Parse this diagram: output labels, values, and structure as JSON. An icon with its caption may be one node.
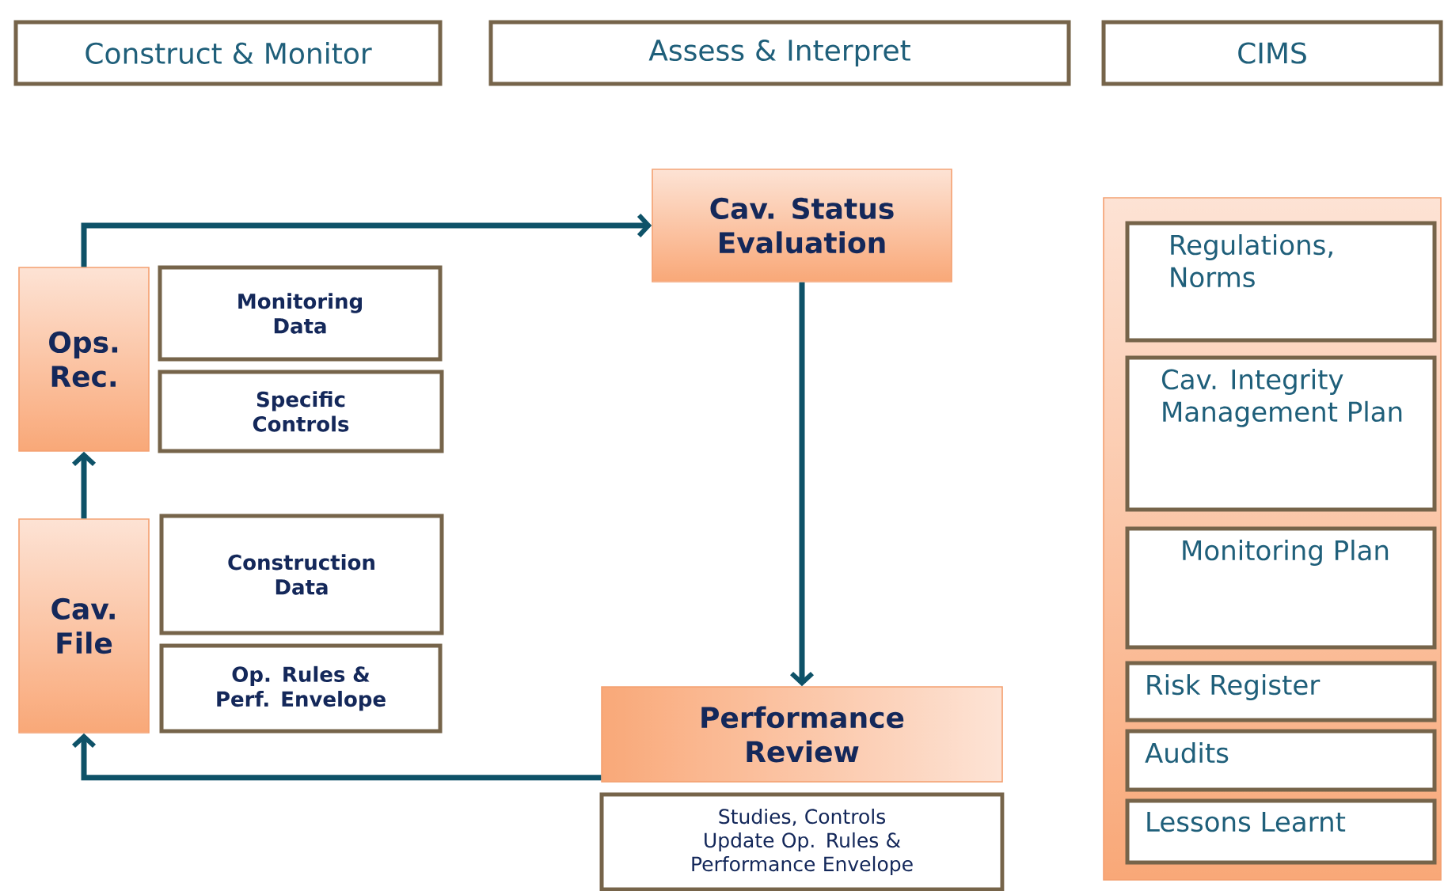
{
  "diagram": {
    "nodes": [
      {
        "text": [
          "Construct & Monitor"
        ]
      },
      {
        "text": [
          "Assess & Interpret"
        ]
      },
      {
        "text": [
          "CIMS"
        ]
      },
      {
        "text": [
          "Cav. Status Evaluation"
        ]
      },
      {
        "text": [
          "Ops. Rec."
        ]
      },
      {
        "text": [
          "Monitoring Data"
        ]
      },
      {
        "text": [
          "Specific Controls"
        ]
      },
      {
        "text": [
          "Cav. File"
        ]
      },
      {
        "text": [
          "Construction Data"
        ]
      },
      {
        "text": [
          "Op. Rules & Perf. Envelope"
        ]
      },
      {
        "text": [
          "Performance Review"
        ]
      },
      {
        "text": [
          "Studies, Controls Update Op. Rules & Performance Envelope"
        ]
      },
      {
        "text": [],
        "shape": "box"
      },
      {
        "text": [
          "Regulations, Norms"
        ],
        "in": 12
      },
      {
        "text": [
          "Cav. Integrity Management Plan"
        ],
        "in": 12
      },
      {
        "text": [
          "Monitoring Plan"
        ],
        "in": 12
      },
      {
        "text": [
          "Risk Register"
        ],
        "in": 12
      },
      {
        "text": [
          "Audits"
        ],
        "in": 12
      },
      {
        "text": [
          "Lessons Learnt"
        ],
        "in": 12
      }
    ],
    "edges": [
      {
        "from": 4,
        "to": 3,
        "arrow": "to"
      },
      {
        "from": 3,
        "to": 10,
        "arrow": "to"
      },
      {
        "from": 10,
        "to": 7,
        "arrow": "to"
      },
      {
        "from": 7,
        "to": 4,
        "arrow": "to"
      }
    ]
  }
}
